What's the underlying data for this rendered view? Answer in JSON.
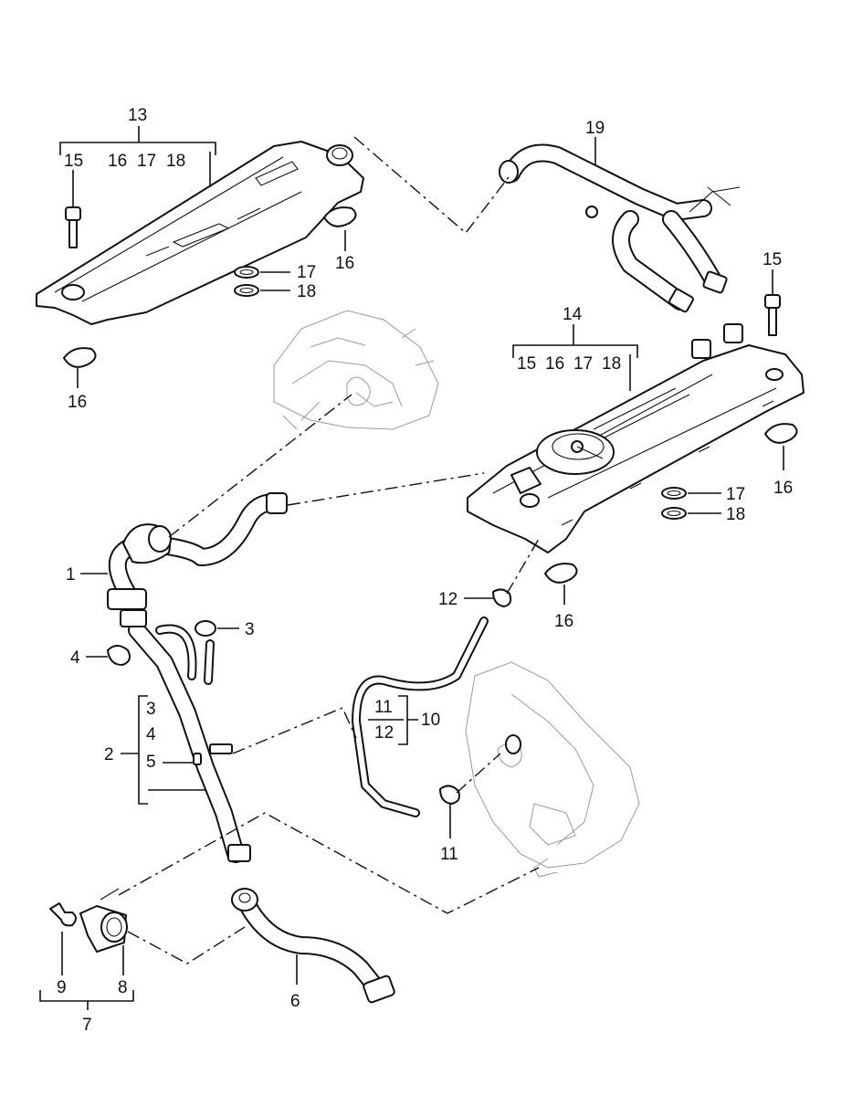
{
  "diagram": {
    "title": "Crankcase ventilation / valve cover assembly (exploded parts view)",
    "callouts": {
      "c1": "1",
      "c2": "2",
      "c3": "3",
      "c4": "4",
      "c6": "6",
      "c7": "7",
      "c8": "8",
      "c9": "9",
      "c10": "10",
      "c11": "11",
      "c12": "12",
      "c13": "13",
      "c14": "14",
      "c15_left": "15",
      "c15_right": "15",
      "c16_top": "16",
      "c16_left": "16",
      "c16_right": "16",
      "c16_mid": "16",
      "c17_top": "17",
      "c18_top": "18",
      "c17_right": "17",
      "c18_right": "18",
      "c19": "19"
    },
    "brackets": {
      "b13": [
        "15",
        "16",
        "17",
        "18"
      ],
      "b14": [
        "15",
        "16",
        "17",
        "18"
      ],
      "b2": [
        "3",
        "4",
        "5"
      ],
      "b10": [
        "11",
        "12"
      ],
      "b7": [
        "9",
        "8"
      ]
    }
  }
}
